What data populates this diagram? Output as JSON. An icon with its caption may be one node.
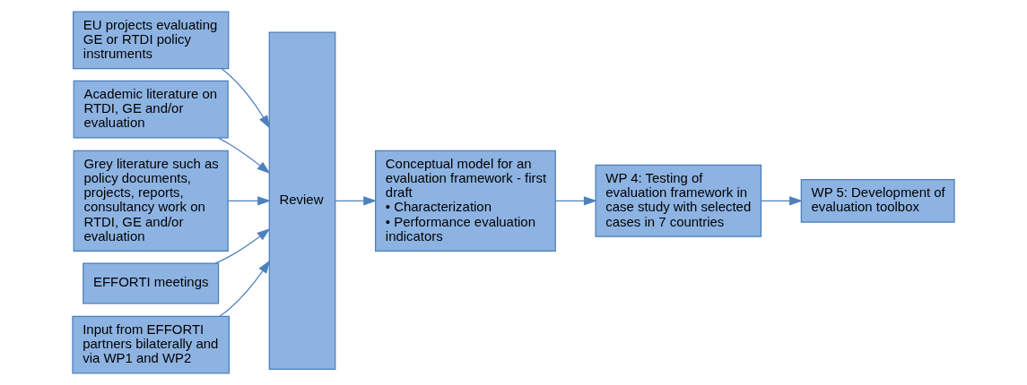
{
  "diagram": {
    "nodes": [
      {
        "text": [
          "EU projects evaluating GE or RTDI policy instruments"
        ]
      },
      {
        "text": [
          "Academic literature on RTDI, GE and/or evaluation"
        ]
      },
      {
        "text": [
          "Grey literature such as policy documents, projects, reports, consultancy work on RTDI, GE and/or evaluation"
        ]
      },
      {
        "text": [
          "EFFORTI meetings"
        ]
      },
      {
        "text": [
          "Input from EFFORTI partners bilaterally and via WP1 and WP2"
        ]
      },
      {
        "text": [
          "Review"
        ]
      },
      {
        "text": [
          "Conceptual model for an evaluation framework - first draft",
          "• Characterization",
          "• Performance evaluation indicators"
        ]
      },
      {
        "text": [
          "WP 4: Testing of evaluation framework in case study with selected cases in 7 countries"
        ]
      },
      {
        "text": [
          "WP 5: Development of evaluation toolbox"
        ]
      }
    ],
    "edges": [
      {
        "from": 0,
        "to": 5,
        "arrow": "to"
      },
      {
        "from": 1,
        "to": 5,
        "arrow": "to"
      },
      {
        "from": 2,
        "to": 5,
        "arrow": "to"
      },
      {
        "from": 3,
        "to": 5,
        "arrow": "to"
      },
      {
        "from": 4,
        "to": 5,
        "arrow": "to"
      },
      {
        "from": 5,
        "to": 6,
        "arrow": "to"
      },
      {
        "from": 6,
        "to": 7,
        "arrow": "to"
      },
      {
        "from": 7,
        "to": 8,
        "arrow": "to"
      }
    ]
  }
}
